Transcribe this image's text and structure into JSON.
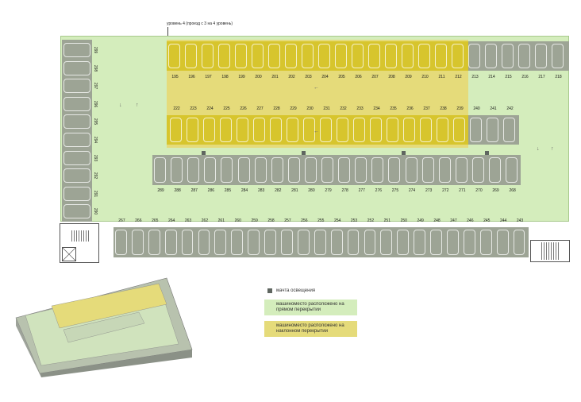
{
  "level_title": "уровень 4 (проезд с 3 на 4 уровень)",
  "rows": {
    "top": [
      "195",
      "196",
      "197",
      "198",
      "199",
      "200",
      "201",
      "202",
      "203",
      "204",
      "205",
      "206",
      "207",
      "208",
      "209",
      "210",
      "211",
      "212",
      "213",
      "214",
      "215",
      "216",
      "217",
      "218"
    ],
    "second": [
      "222",
      "223",
      "224",
      "225",
      "226",
      "227",
      "228",
      "229",
      "230",
      "231",
      "232",
      "233",
      "234",
      "235",
      "236",
      "237",
      "238",
      "239",
      "240",
      "241",
      "242"
    ],
    "third": [
      "289",
      "288",
      "287",
      "286",
      "285",
      "284",
      "283",
      "282",
      "281",
      "280",
      "279",
      "278",
      "277",
      "276",
      "275",
      "274",
      "273",
      "272",
      "271",
      "270",
      "269",
      "268"
    ],
    "bottom": [
      "267",
      "266",
      "265",
      "264",
      "263",
      "262",
      "261",
      "260",
      "259",
      "258",
      "257",
      "256",
      "255",
      "254",
      "253",
      "252",
      "251",
      "250",
      "249",
      "248",
      "247",
      "246",
      "245",
      "244",
      "243"
    ],
    "left": [
      "299",
      "298",
      "297",
      "296",
      "295",
      "294",
      "293",
      "292",
      "291",
      "290"
    ]
  },
  "legend": {
    "light_mast": "мачта освещения",
    "flat": "машиноместо расположено на прямом перекрытии",
    "inclined": "машиноместо расположено на наклонном перекрытии"
  },
  "colors": {
    "flat": "#d4edbc",
    "inclined": "#e5db7a",
    "space_band": "#9da495",
    "light": "#5f6660"
  },
  "arrow_glyphs": {
    "down": "↓",
    "up": "↑",
    "left": "←"
  }
}
